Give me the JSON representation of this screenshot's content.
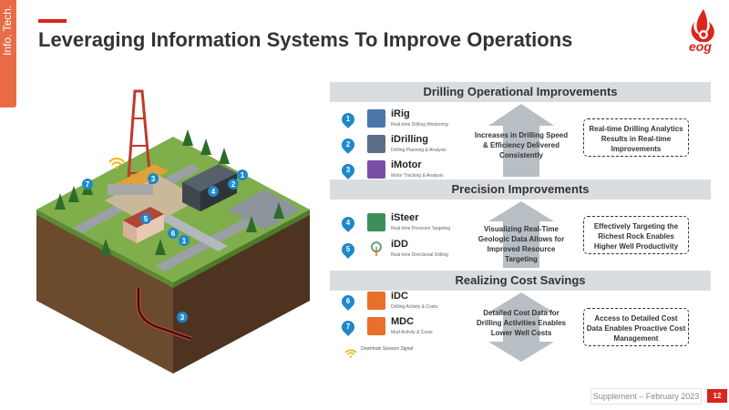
{
  "sidebar": {
    "section_label": "Info. Tech."
  },
  "header": {
    "title": "Leveraging Information Systems To Improve Operations",
    "logo_text": "eog"
  },
  "colors": {
    "accent": "#d9261c",
    "tab": "#e86b45",
    "marker": "#1e88c8",
    "band": "#dadde0"
  },
  "sections": [
    {
      "title": "Drilling Operational Improvements",
      "arrow_text": "Increases in Drilling Speed & Efficiency Delivered Consistently",
      "result": "Real-time Drilling Analytics Results in Real-time Improvements"
    },
    {
      "title": "Precision Improvements",
      "arrow_text": "Visualizing Real-Time Geologic Data Allows for Improved Resource Targeting",
      "result": "Effectively Targeting the Richest Rock Enables Higher Well Productivity"
    },
    {
      "title": "Realizing Cost Savings",
      "arrow_text": "Detailed Cost Data for Drilling Activities Enables Lower Well Costs",
      "result": "Access to Detailed Cost Data Enables Proactive Cost Management"
    }
  ],
  "tools": [
    {
      "num": "1",
      "name": "iRig",
      "desc": "Real-time Drilling Monitoring",
      "icon": "rig-icon",
      "color": "#4a78a8"
    },
    {
      "num": "2",
      "name": "iDrilling",
      "desc": "Drilling Planning & Analysis",
      "icon": "drill-icon",
      "color": "#5a6e86"
    },
    {
      "num": "3",
      "name": "iMotor",
      "desc": "Motor Tracking & Analysis",
      "icon": "motor-icon",
      "color": "#7a4ea8"
    },
    {
      "num": "4",
      "name": "iSteer",
      "desc": "Real-time Precision Targeting",
      "icon": "steer-icon",
      "color": "#3e8e5a"
    },
    {
      "num": "5",
      "name": "iDD",
      "desc": "Real-time Directional Drilling",
      "icon": "dd-icon",
      "color": "#ffffff"
    },
    {
      "num": "6",
      "name": "iDC",
      "desc": "Drilling Activity & Costs",
      "icon": "dc-icon",
      "color": "#e8702a"
    },
    {
      "num": "7",
      "name": "MDC",
      "desc": "Mud Activity & Costs",
      "icon": "mdc-icon",
      "color": "#e8702a"
    }
  ],
  "legend": {
    "label": "Downhole Sensors Signal",
    "icon": "wifi-signal-icon"
  },
  "scene_markers": [
    "7",
    "3",
    "2",
    "1",
    "4",
    "5",
    "6",
    "1",
    "3"
  ],
  "footer": {
    "text": "Supplement – February 2023",
    "page": "12"
  }
}
